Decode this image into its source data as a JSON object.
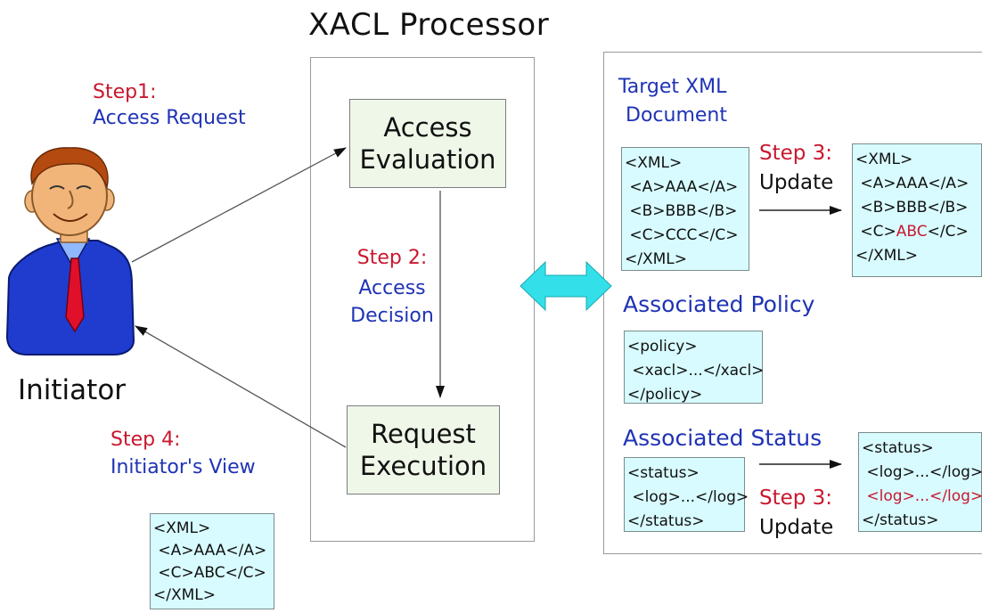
{
  "title": "XACL Processor",
  "initiator_label": "Initiator",
  "step1": {
    "step": "Step1:",
    "text": "Access Request"
  },
  "step2": {
    "step": "Step 2:",
    "line1": "Access",
    "line2": "Decision"
  },
  "step4": {
    "step": "Step 4:",
    "text": "Initiator's View"
  },
  "access_evaluation": {
    "line1": "Access",
    "line2": "Evaluation"
  },
  "request_execution": {
    "line1": "Request",
    "line2": "Execution"
  },
  "target_xml": {
    "line1": "Target XML",
    "line2": "Document"
  },
  "step3_top": {
    "step": "Step 3:",
    "text": "Update"
  },
  "step3_bottom": {
    "step": "Step 3:",
    "text": "Update"
  },
  "associated_policy": "Associated Policy",
  "associated_status": "Associated Status",
  "xml_target_before": {
    "l1": "<XML>",
    "l2": " <A>AAA</A>",
    "l3": " <B>BBB</B>",
    "l4": " <C>CCC</C>",
    "l5": "</XML>"
  },
  "xml_target_after": {
    "l1": "<XML>",
    "l2": " <A>AAA</A>",
    "l3": " <B>BBB</B>",
    "l4a": " <C>",
    "l4b": "ABC",
    "l4c": "</C>",
    "l5": "</XML>"
  },
  "xml_policy": {
    "l1": "<policy>",
    "l2": " <xacl>...</xacl>",
    "l3": "</policy>"
  },
  "xml_status_before": {
    "l1": "<status>",
    "l2": " <log>...</log>",
    "l3": "</status>"
  },
  "xml_status_after": {
    "l1": "<status>",
    "l2": " <log>...</log>",
    "l3a": " ",
    "l3b": "<log>...</log>",
    "l4": "</status>"
  },
  "xml_view": {
    "l1": "<XML>",
    "l2": " <A>AAA</A>",
    "l3": " <C>ABC</C>",
    "l4": "</XML>"
  },
  "colors": {
    "step_red": "#c8182e",
    "label_blue": "#1f33b5",
    "xml_bg": "#d8fbff",
    "box_green": "#eef7e8",
    "double_arrow": "#33e0ea"
  }
}
